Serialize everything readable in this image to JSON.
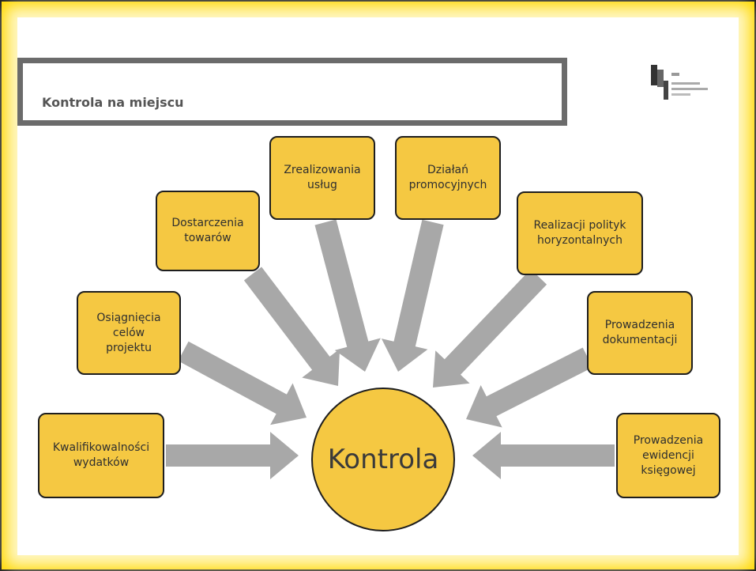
{
  "title": "Kontrola na miejscu",
  "center_label": "Kontrola",
  "nodes": [
    {
      "id": "kwalifikowalnosci",
      "label": "Kwalifikowalności\nwydatków"
    },
    {
      "id": "osiagniecia",
      "label": "Osiągnięcia\ncelów\nprojektu"
    },
    {
      "id": "dostarczenia",
      "label": "Dostarczenia\ntowarów"
    },
    {
      "id": "zrealizowania",
      "label": "Zrealizowania\nusług"
    },
    {
      "id": "dzialan",
      "label": "Działań\npromocyjnych"
    },
    {
      "id": "realizacji",
      "label": "Realizacji polityk\nhoryzontalnych"
    },
    {
      "id": "prowadzenia-dok",
      "label": "Prowadzenia\ndokumentacji"
    },
    {
      "id": "prowadzenia-ewid",
      "label": "Prowadzenia\newidencji\nksięgowej"
    }
  ],
  "colors": {
    "frame": "#FFD800",
    "node_fill": "#F5C842",
    "arrow": "#A8A8A8",
    "title_border": "#6b6b6b"
  }
}
